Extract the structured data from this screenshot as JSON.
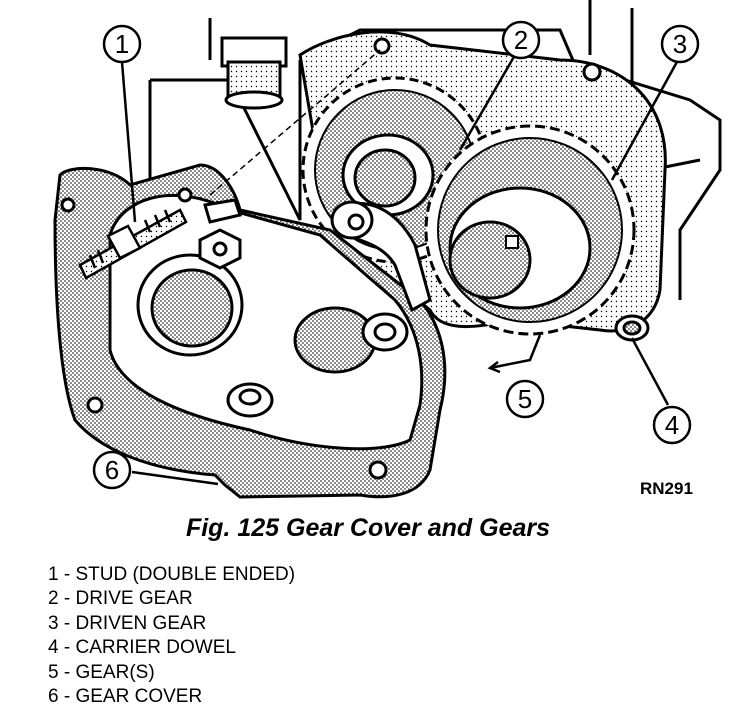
{
  "figure": {
    "caption": "Fig. 125 Gear Cover and Gears",
    "code": "RN291"
  },
  "callouts": [
    {
      "number": "1",
      "label": "STUD (DOUBLE ENDED)"
    },
    {
      "number": "2",
      "label": "DRIVE GEAR"
    },
    {
      "number": "3",
      "label": "DRIVEN GEAR"
    },
    {
      "number": "4",
      "label": "CARRIER DOWEL"
    },
    {
      "number": "5",
      "label": "GEAR(S)"
    },
    {
      "number": "6",
      "label": "GEAR COVER"
    }
  ],
  "legend": [
    {
      "number": "1",
      "sep": " - ",
      "text": "STUD (DOUBLE ENDED)"
    },
    {
      "number": "2",
      "sep": " - ",
      "text": "DRIVE GEAR"
    },
    {
      "number": "3",
      "sep": " - ",
      "text": "DRIVEN GEAR"
    },
    {
      "number": "4",
      "sep": " - ",
      "text": "CARRIER DOWEL"
    },
    {
      "number": "5",
      "sep": " - ",
      "text": "GEAR(S)"
    },
    {
      "number": "6",
      "sep": " - ",
      "text": "GEAR COVER"
    }
  ]
}
